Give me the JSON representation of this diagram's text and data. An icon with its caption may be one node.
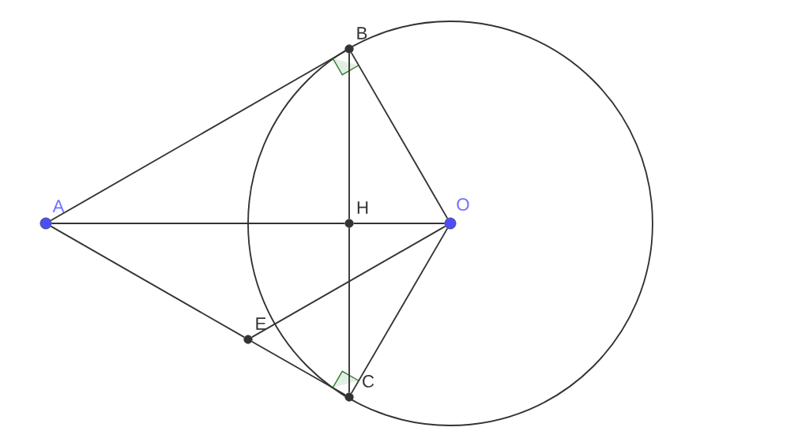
{
  "diagram": {
    "nodes": [
      {
        "text": [
          "A"
        ]
      },
      {
        "text": [
          "B"
        ]
      },
      {
        "text": [
          "H"
        ]
      },
      {
        "text": [
          "O"
        ]
      },
      {
        "text": [
          "E"
        ]
      },
      {
        "text": [
          "C"
        ]
      }
    ],
    "edges": [
      {
        "from": 0,
        "to": 1,
        "arrow": "none"
      },
      {
        "from": 0,
        "to": 2,
        "arrow": "none"
      },
      {
        "from": 2,
        "to": 3,
        "arrow": "none"
      },
      {
        "from": 0,
        "to": 4,
        "arrow": "none"
      },
      {
        "from": 4,
        "to": 5,
        "arrow": "none"
      },
      {
        "from": 1,
        "to": 2,
        "arrow": "none"
      },
      {
        "from": 2,
        "to": 5,
        "arrow": "none"
      },
      {
        "from": 1,
        "to": 3,
        "arrow": "none"
      },
      {
        "from": 3,
        "to": 5,
        "arrow": "none"
      },
      {
        "from": 3,
        "to": 4,
        "arrow": "none"
      }
    ]
  }
}
